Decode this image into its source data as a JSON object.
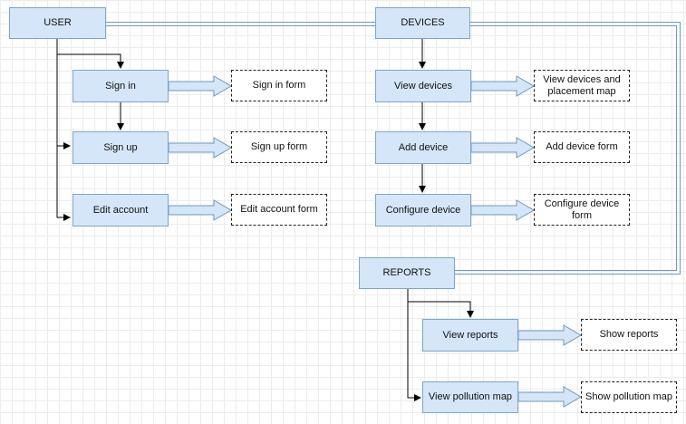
{
  "user": {
    "title": "USER",
    "sign_in": "Sign in",
    "sign_up": "Sign up",
    "edit_account": "Edit account",
    "sign_in_form": "Sign in form",
    "sign_up_form": "Sign up form",
    "edit_account_form": "Edit account form"
  },
  "devices": {
    "title": "DEVICES",
    "view_devices": "View devices",
    "add_device": "Add device",
    "configure_device": "Configure device",
    "view_devices_form": "View devices and placement map",
    "add_device_form": "Add device form",
    "configure_device_form": "Configure device form"
  },
  "reports": {
    "title": "REPORTS",
    "view_reports": "View reports",
    "view_pollution_map": "View pollution map",
    "show_reports": "Show reports",
    "show_pollution_map": "Show pollution map"
  },
  "colors": {
    "box_fill": "#d4e6f7",
    "box_border": "#7ea6c9",
    "form_border": "#222222",
    "connector": "#000000"
  }
}
